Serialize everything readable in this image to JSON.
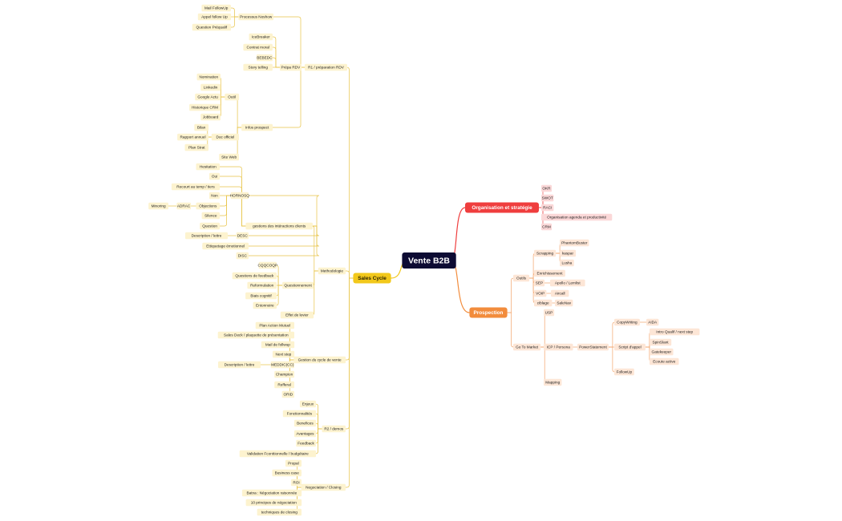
{
  "root": {
    "label": "Vente B2B"
  },
  "colors": {
    "root_fill": "#0d0b33",
    "root_text": "#ffffff",
    "sales_main": "#f2c81b",
    "sales_line": "#e8c447",
    "sales_chip": "#fdf3cf",
    "org_main": "#ef3e3e",
    "org_line": "#ef4b4b",
    "org_chip": "#fbd8d8",
    "pro_main": "#f28c3c",
    "pro_line": "#f3a46a",
    "pro_chip": "#fde6d6",
    "text": "#222222"
  },
  "branches": {
    "sales": {
      "label": "Sales Cycle",
      "children": [
        {
          "label": "R1 / préparation RDV",
          "children": [
            {
              "label": "Processus Noshow",
              "children": [
                {
                  "label": "Mail FollowUp"
                },
                {
                  "label": "Appel follow Up"
                },
                {
                  "label": "Question Préqualif"
                }
              ]
            },
            {
              "label": "Prépa RDV",
              "children": [
                {
                  "label": "IceBreaker"
                },
                {
                  "label": "Contrat moral"
                },
                {
                  "label": "BEBEDC"
                },
                {
                  "label": "Story telling"
                }
              ]
            },
            {
              "label": "Infos prospect",
              "children": [
                {
                  "label": "Outil",
                  "children": [
                    {
                      "label": "Nomination"
                    },
                    {
                      "label": "Linkedin"
                    },
                    {
                      "label": "Google Actu"
                    },
                    {
                      "label": "Historique CRM"
                    },
                    {
                      "label": "Jobboard"
                    }
                  ]
                },
                {
                  "label": "Doc officiel",
                  "children": [
                    {
                      "label": "Bilan"
                    },
                    {
                      "label": "Rapport annuel"
                    },
                    {
                      "label": "Plan Strat"
                    }
                  ]
                },
                {
                  "label": "Site Web"
                }
              ]
            }
          ]
        },
        {
          "label": "Methodologie",
          "children": [
            {
              "label": "gestions des intéractions clients",
              "children": [
                {
                  "label": "Hesitation"
                },
                {
                  "label": "Oui"
                },
                {
                  "label": "Recourt au temp / tiers"
                },
                {
                  "label": "HORNOSQ",
                  "children": [
                    {
                      "label": "Non"
                    },
                    {
                      "label": "Objections",
                      "children": [
                        {
                          "label": "ADRAC",
                          "children": [
                            {
                              "label": "Minoring"
                            }
                          ]
                        }
                      ]
                    },
                    {
                      "label": "Silence"
                    },
                    {
                      "label": "Question"
                    }
                  ]
                },
                {
                  "label": "DESC",
                  "children": [
                    {
                      "label": "Description / lettre"
                    }
                  ]
                },
                {
                  "label": "Ettiquetage émotionnel"
                },
                {
                  "label": "DISC"
                }
              ]
            },
            {
              "label": "Questionnement",
              "children": [
                {
                  "label": "CQQCOQP"
                },
                {
                  "label": "Questions de feedback"
                },
                {
                  "label": "Reformulation"
                },
                {
                  "label": "Biais cognitif"
                },
                {
                  "label": "Entonnoire"
                }
              ]
            },
            {
              "label": "Effet de levier"
            }
          ]
        },
        {
          "label": "Gestion du cycle de vente",
          "children": [
            {
              "label": "Plan Action Mutuel"
            },
            {
              "label": "Sales Deck / plaquette de présentation"
            },
            {
              "label": "Mail de follwup"
            },
            {
              "label": "Next step"
            },
            {
              "label": "MEDDIC(CC)",
              "children": [
                {
                  "label": "Description / lettre"
                }
              ]
            },
            {
              "label": "Champion"
            },
            {
              "label": "Refferal"
            },
            {
              "label": "ORID"
            }
          ]
        },
        {
          "label": "R2 / demos",
          "children": [
            {
              "label": "Enjeux"
            },
            {
              "label": "Fonctionnalités"
            },
            {
              "label": "Benefices"
            },
            {
              "label": "Avantages"
            },
            {
              "label": "Feedback"
            },
            {
              "label": "Validation Fconttionnelle / budgétaire"
            }
          ]
        },
        {
          "label": "Negociation / Closing",
          "children": [
            {
              "label": "Propal"
            },
            {
              "label": "Business case"
            },
            {
              "label": "ROI"
            },
            {
              "label": "Batna : Négociation raisonnée"
            },
            {
              "label": "10 principes de négociation"
            },
            {
              "label": "techniques de closing"
            }
          ]
        }
      ]
    },
    "org": {
      "label": "Organisation et stratégie",
      "children": [
        {
          "label": "OKR"
        },
        {
          "label": "SWOT"
        },
        {
          "label": "RACI"
        },
        {
          "label": "Organisation agenda et productivité"
        },
        {
          "label": "CRM"
        }
      ]
    },
    "prospection": {
      "label": "Prospection",
      "children": [
        {
          "label": "Outils",
          "children": [
            {
              "label": "Scrapping",
              "children": [
                {
                  "label": "PhantomBuster"
                },
                {
                  "label": "kaspar"
                },
                {
                  "label": "Lusha"
                }
              ]
            },
            {
              "label": "Enrichissement"
            },
            {
              "label": "SEP",
              "children": [
                {
                  "label": "Apollo / Lemlist"
                }
              ]
            },
            {
              "label": "VOIP",
              "children": [
                {
                  "label": "Aircall"
                }
              ]
            },
            {
              "label": "ciblage",
              "children": [
                {
                  "label": "SaleNav"
                }
              ]
            }
          ]
        },
        {
          "label": "Go To Market",
          "children": [
            {
              "label": "USP"
            },
            {
              "label": "ICP / Persona",
              "children": [
                {
                  "label": "PowerStatement",
                  "children": [
                    {
                      "label": "CopyWriting",
                      "children": [
                        {
                          "label": "AIDA"
                        }
                      ]
                    },
                    {
                      "label": "Script d'appel",
                      "children": [
                        {
                          "label": "Intro Qualif / next step"
                        },
                        {
                          "label": "SpinSlant"
                        },
                        {
                          "label": "Gatekeeper"
                        },
                        {
                          "label": "Ecoute active"
                        }
                      ]
                    },
                    {
                      "label": "FollowUp"
                    }
                  ]
                }
              ]
            },
            {
              "label": "Mapping"
            }
          ]
        }
      ]
    }
  }
}
